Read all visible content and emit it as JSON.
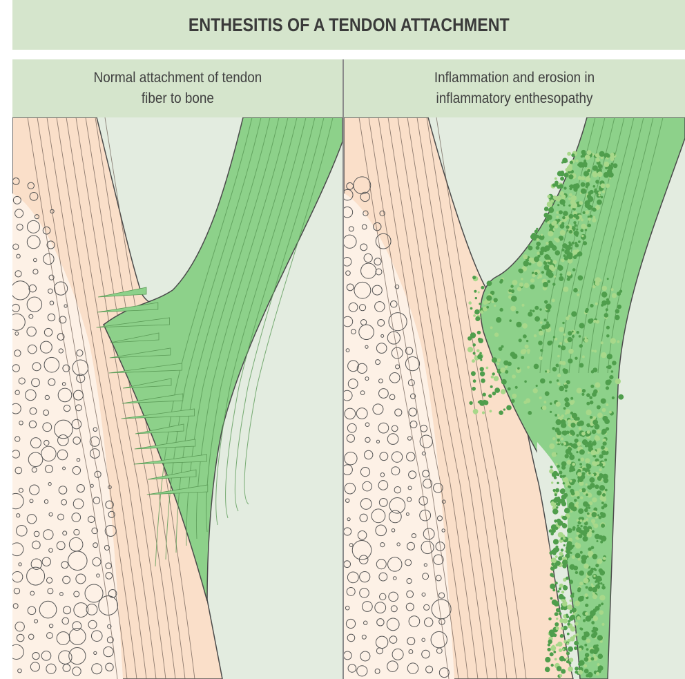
{
  "figure": {
    "title": "ENTHESITIS OF A TENDON ATTACHMENT",
    "panels": [
      {
        "id": "left",
        "caption": "Normal attachment of tendon\nfiber to bone"
      },
      {
        "id": "right",
        "caption": "Inflammation and erosion in\ninflammatory enthesopathy"
      }
    ]
  },
  "colors": {
    "header_bg": "#d5e5cc",
    "panel_bg": "#e3ece0",
    "bone_cortex": "#fadfc9",
    "bone_marrow": "#fdf1e6",
    "tendon": "#8dd18a",
    "tendon_line": "#5a9a56",
    "inflammation_dark": "#4f9e4c",
    "inflammation_light": "#a8d88a",
    "outline": "#4a4a4a"
  }
}
